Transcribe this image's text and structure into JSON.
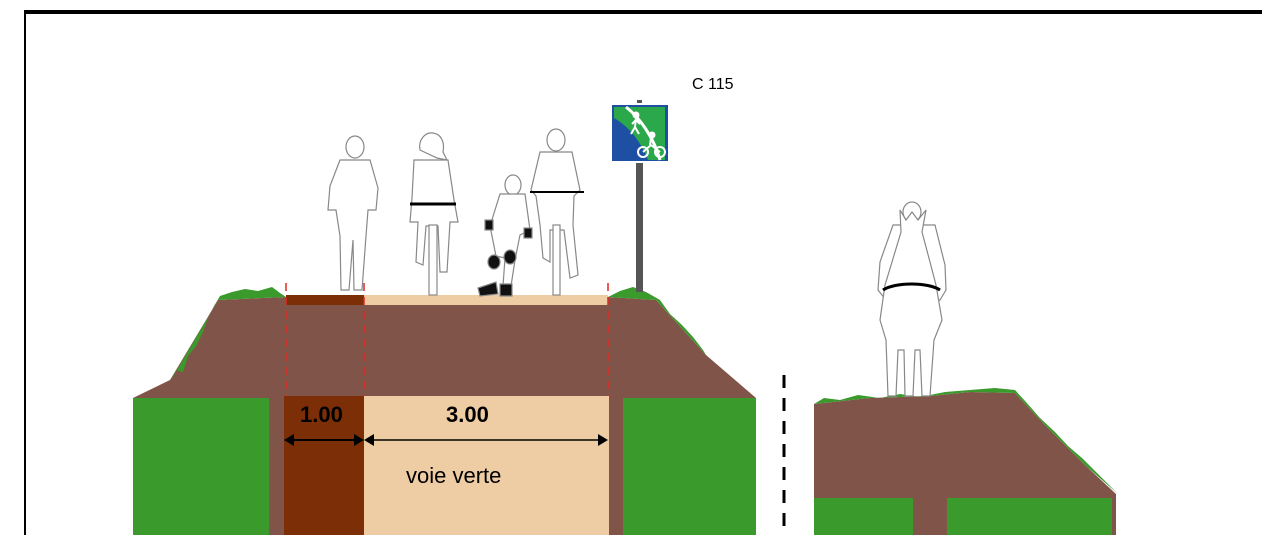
{
  "sign": {
    "code": "C 115",
    "icons": [
      "pedestrian-icon",
      "cyclist-icon"
    ]
  },
  "dimensions": {
    "left_strip": "1.00",
    "main_lane": "3.00"
  },
  "lane": {
    "name": "voie verte"
  },
  "colors": {
    "soil": "#81544a",
    "grass": "#3a9a2c",
    "strip": "#7c2e06",
    "lane": "#efcda4",
    "sign_blue": "#1d4fa3",
    "sign_green": "#2aa84a",
    "marker": "#e0281f"
  },
  "figures": [
    "pedestrian",
    "cyclist-woman",
    "roller-skater",
    "cyclist-man",
    "horse-rider"
  ]
}
